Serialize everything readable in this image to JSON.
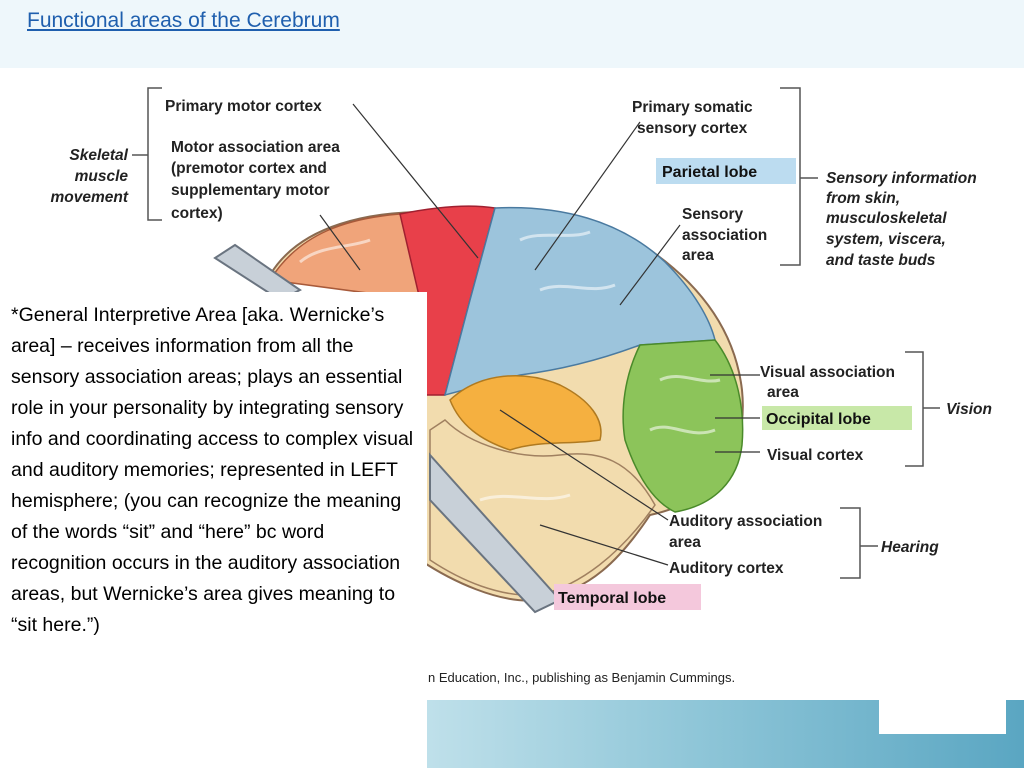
{
  "slide": {
    "title": "Functional areas of the Cerebrum",
    "description": "*General Interpretive Area [aka. Wernicke’s area] – receives information from all the sensory association areas; plays an essential role in your personality by integrating sensory info and coordinating access to complex visual and auditory memories; represented in LEFT hemisphere; (you can recognize the meaning of the words “sit” and “here” bc word recognition occurs in the auditory association areas, but Wernicke’s area gives meaning to “sit here.”)"
  },
  "diagram": {
    "labels": {
      "primary_motor": "Primary motor cortex",
      "motor_assoc_1": "Motor association area",
      "motor_assoc_2": "(premotor cortex and",
      "motor_assoc_3": "supplementary motor",
      "motor_assoc_4": "cortex)",
      "skeletal_1": "Skeletal",
      "skeletal_2": "muscle",
      "skeletal_3": "movement",
      "somatic_1": "Primary  somatic",
      "somatic_2": "sensory  cortex",
      "parietal": "Parietal  lobe",
      "sensory_assoc_1": "Sensory",
      "sensory_assoc_2": "association",
      "sensory_assoc_3": "area",
      "sensory_info_1": "Sensory information",
      "sensory_info_2": "from skin,",
      "sensory_info_3": "musculoskeletal",
      "sensory_info_4": "system, viscera,",
      "sensory_info_5": "and taste buds",
      "visual_assoc_1": "Visual association",
      "visual_assoc_2": "area",
      "occipital": "Occipital lobe",
      "visual_cortex": "Visual cortex",
      "vision": "Vision",
      "auditory_assoc_1": "Auditory association",
      "auditory_assoc_2": "area",
      "auditory_cortex": "Auditory cortex",
      "hearing": "Hearing",
      "temporal": "Temporal lobe"
    },
    "credit": "n Education, Inc., publishing as Benjamin Cummings.",
    "colors": {
      "frontal": "#f0a47a",
      "motor": "#e8404a",
      "parietal": "#9cc4dc",
      "occipital": "#8cc45a",
      "temporal": "#f2dcae",
      "auditory": "#f5b040",
      "parietal_label_bg": "#bcdcf0",
      "occipital_label_bg": "#c8e8a8",
      "temporal_label_bg": "#f4c8dc"
    }
  }
}
